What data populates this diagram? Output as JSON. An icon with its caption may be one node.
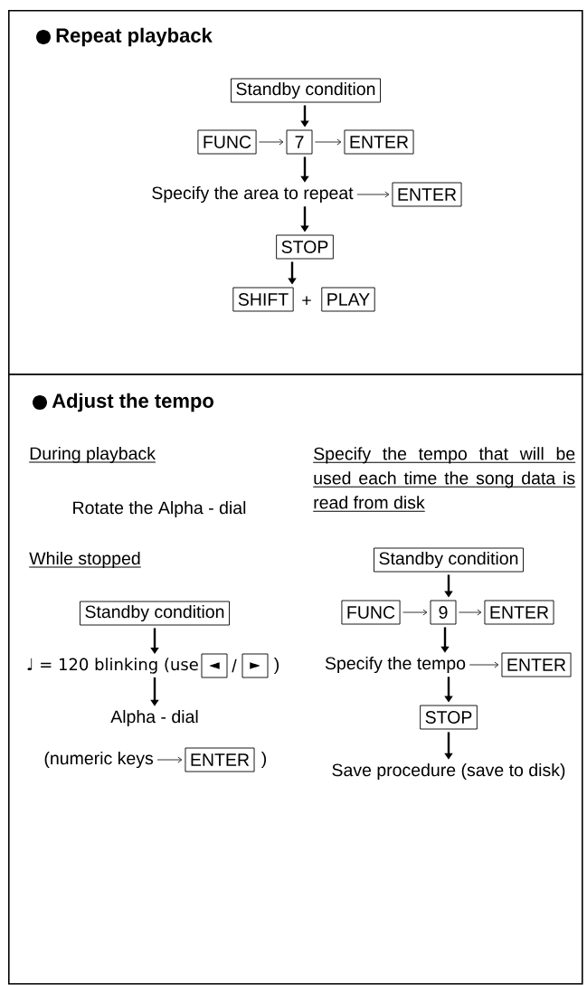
{
  "diagram": {
    "nodes": [
      {
        "text": [
          "Repeat playback"
        ]
      },
      {
        "text": [
          "Standby condition"
        ],
        "in": 0
      },
      {
        "text": [
          "FUNC"
        ],
        "in": 0
      },
      {
        "text": [
          "7"
        ],
        "in": 0
      },
      {
        "text": [
          "ENTER"
        ],
        "in": 0
      },
      {
        "text": [
          "Specify the area to repeat"
        ],
        "in": 0
      },
      {
        "text": [
          "ENTER"
        ],
        "in": 0
      },
      {
        "text": [
          "STOP"
        ],
        "in": 0
      },
      {
        "text": [
          "SHIFT"
        ],
        "in": 0
      },
      {
        "text": [
          "PLAY"
        ],
        "in": 0
      },
      {
        "text": [
          "Adjust the tempo"
        ]
      },
      {
        "text": [
          "Standby condition"
        ],
        "in": 10
      },
      {
        "text": [
          "♩ = 120 blinking (use"
        ],
        "in": 10
      },
      {
        "text": [
          "◄"
        ],
        "in": 10
      },
      {
        "text": [
          "►"
        ],
        "in": 10
      },
      {
        "text": [
          "Alpha - dial"
        ],
        "in": 10
      },
      {
        "text": [
          "(numeric keys"
        ],
        "in": 10
      },
      {
        "text": [
          "ENTER"
        ],
        "in": 10
      },
      {
        "text": [
          "Standby condition"
        ],
        "in": 10
      },
      {
        "text": [
          "FUNC"
        ],
        "in": 10
      },
      {
        "text": [
          "9"
        ],
        "in": 10
      },
      {
        "text": [
          "ENTER"
        ],
        "in": 10
      },
      {
        "text": [
          "Specify the tempo"
        ],
        "in": 10
      },
      {
        "text": [
          "ENTER"
        ],
        "in": 10
      },
      {
        "text": [
          "STOP"
        ],
        "in": 10
      },
      {
        "text": [
          "Save procedure (save to disk)"
        ],
        "in": 10
      }
    ],
    "edges": [
      {
        "from": 1,
        "to": 3,
        "arrow": "to"
      },
      {
        "from": 2,
        "to": 3,
        "arrow": "to"
      },
      {
        "from": 3,
        "to": 4,
        "arrow": "to"
      },
      {
        "from": 3,
        "to": 5,
        "arrow": "to"
      },
      {
        "from": 5,
        "to": 6,
        "arrow": "to"
      },
      {
        "from": 5,
        "to": 7,
        "arrow": "to"
      },
      {
        "from": 7,
        "to": 8,
        "arrow": "to"
      },
      {
        "from": 11,
        "to": 12,
        "arrow": "to"
      },
      {
        "from": 12,
        "to": 15,
        "arrow": "to"
      },
      {
        "from": 16,
        "to": 17,
        "arrow": "to"
      },
      {
        "from": 18,
        "to": 20,
        "arrow": "to"
      },
      {
        "from": 19,
        "to": 20,
        "arrow": "to"
      },
      {
        "from": 20,
        "to": 21,
        "arrow": "to"
      },
      {
        "from": 20,
        "to": 22,
        "arrow": "to"
      },
      {
        "from": 22,
        "to": 23,
        "arrow": "to"
      },
      {
        "from": 22,
        "to": 24,
        "arrow": "to"
      },
      {
        "from": 24,
        "to": 25,
        "arrow": "to"
      }
    ],
    "labels": [
      "+",
      "During playback",
      "Specify the tempo that will be used each time the song data is read from disk",
      "Rotate the Alpha - dial",
      "While stopped",
      "/",
      ")",
      ")"
    ]
  }
}
